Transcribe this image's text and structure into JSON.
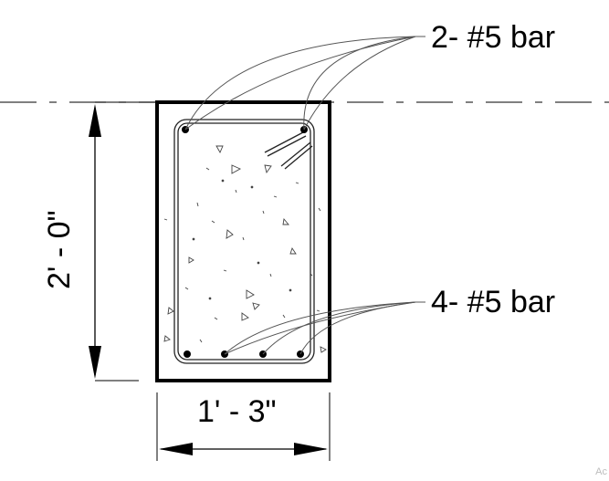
{
  "labels": {
    "top_bars": "2- #5 bar",
    "bottom_bars": "4- #5 bar",
    "width_dimension": "1' - 3\"",
    "height_dimension": "2' - 0\"",
    "watermark": "Ac"
  },
  "colors": {
    "line": "#000000",
    "thin_line": "#555555",
    "background": "#ffffff",
    "watermark": "#bdbdbd"
  }
}
